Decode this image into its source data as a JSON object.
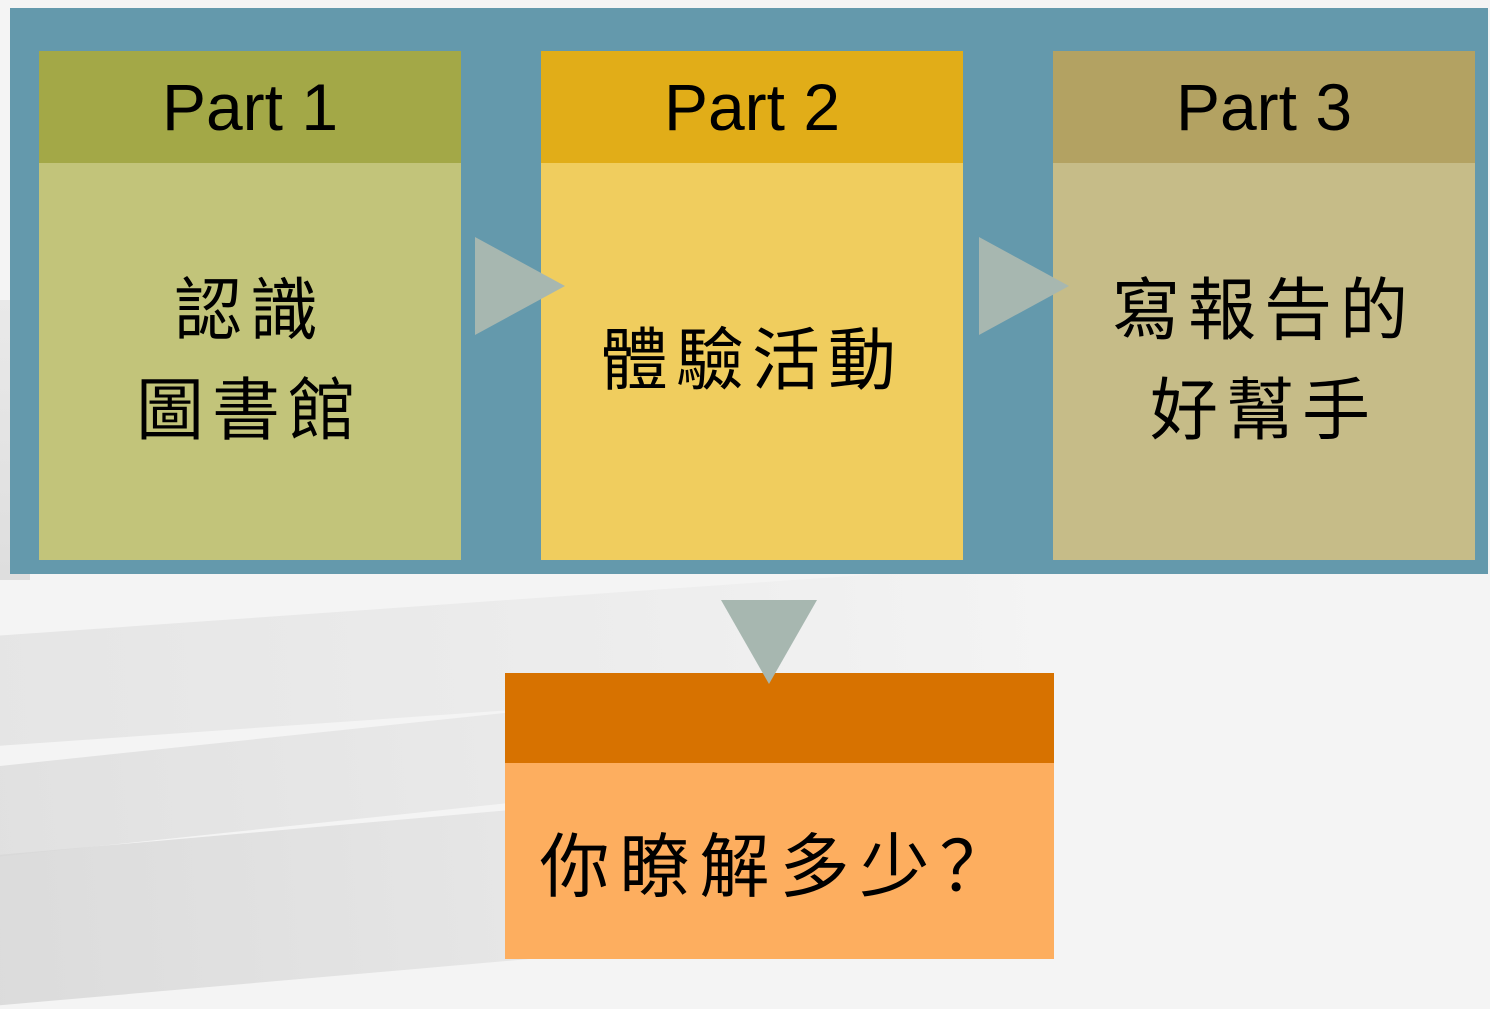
{
  "steps": [
    {
      "title": "Part 1",
      "lines": [
        "認識",
        "圖書館"
      ],
      "header_color": "#a3a847",
      "body_color": "#c2c47a"
    },
    {
      "title": "Part 2",
      "lines": [
        "體驗活動"
      ],
      "header_color": "#e1ad18",
      "body_color": "#f0cd5e"
    },
    {
      "title": "Part 3",
      "lines": [
        "寫報告的",
        "好幫手"
      ],
      "header_color": "#b3a262",
      "body_color": "#c6bc88"
    }
  ],
  "result": {
    "text": "你瞭解多少？",
    "header_color": "#d77200",
    "body_color": "#fdae5f"
  },
  "colors": {
    "panel": "#6499ac",
    "arrow": "#a7b7b0"
  }
}
